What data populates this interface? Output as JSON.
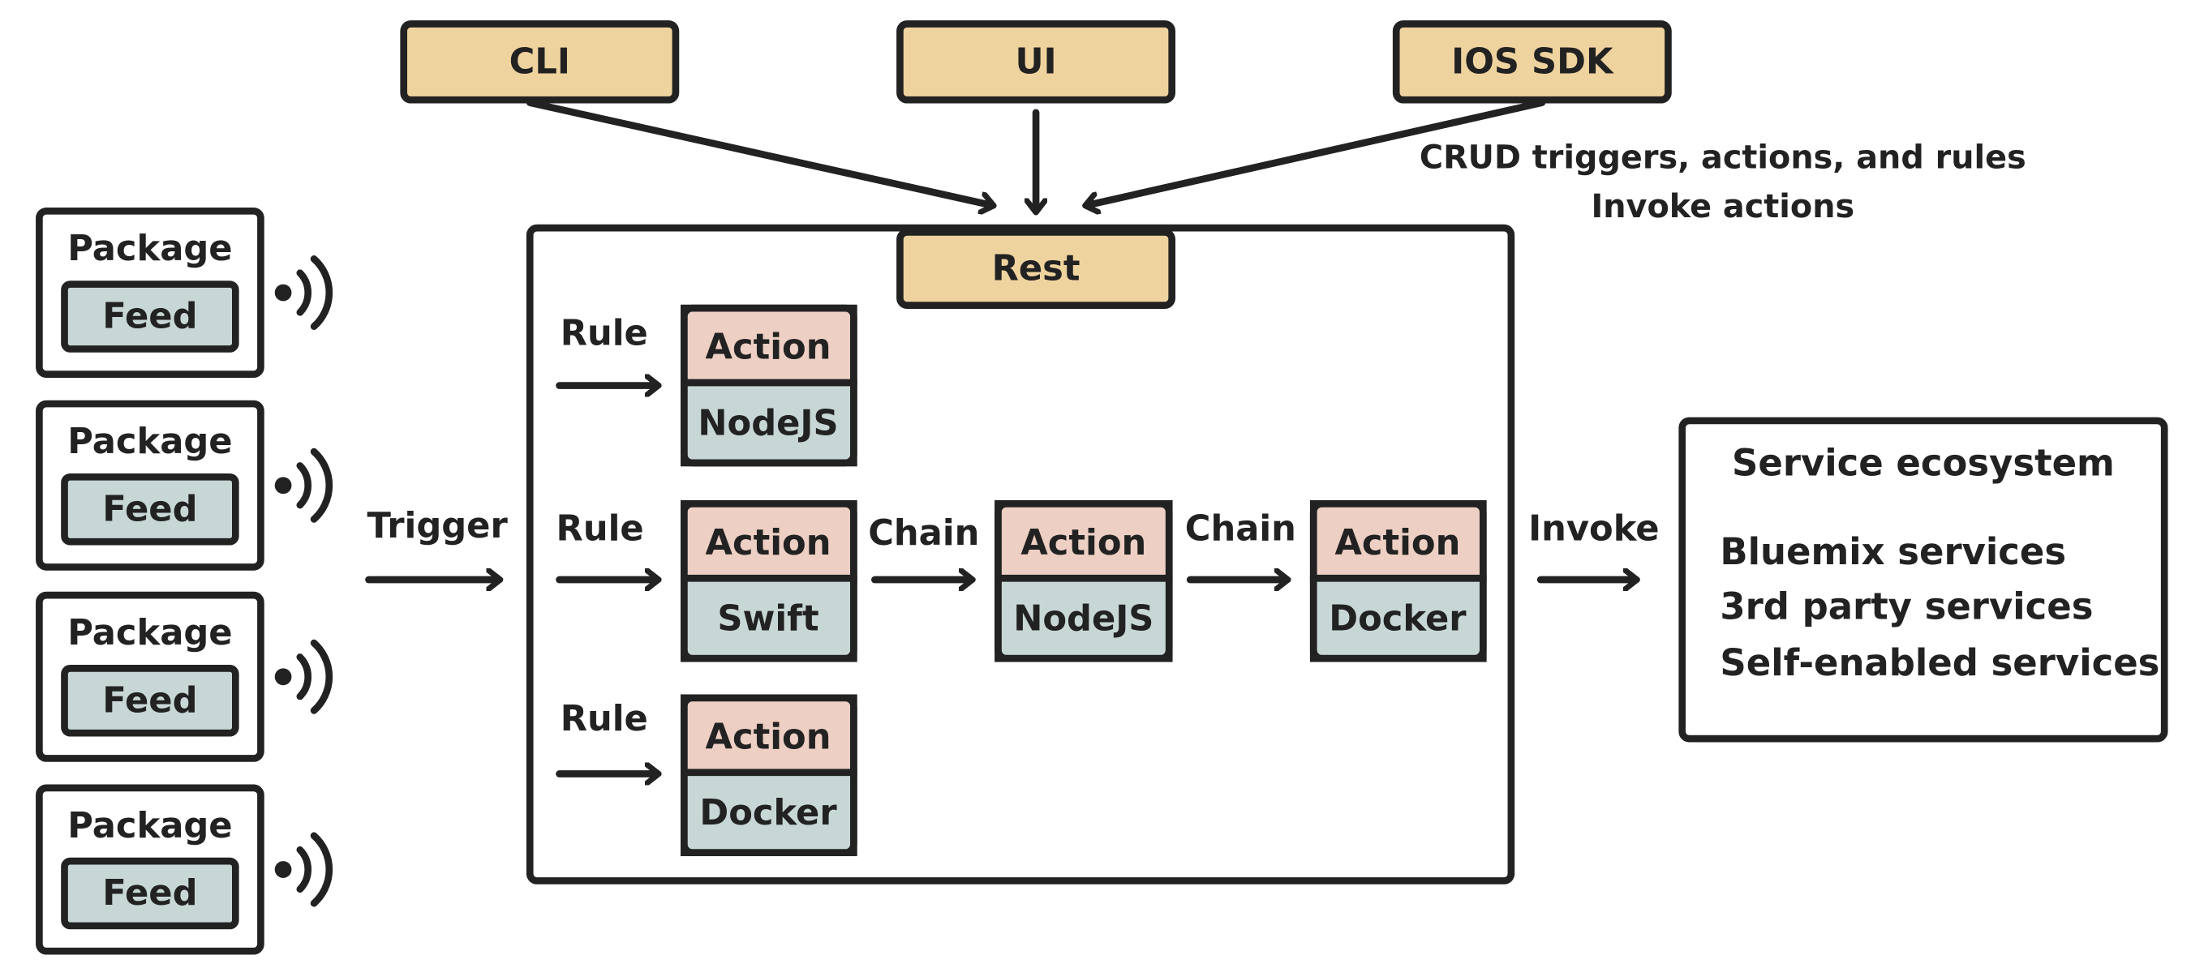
{
  "colors": {
    "stroke": "#222222",
    "client_fill": "#EFD39E",
    "action_fill": "#EDCFC3",
    "runtime_fill": "#C7D7D6",
    "background": "#FFFFFF"
  },
  "clients": [
    "CLI",
    "UI",
    "IOS SDK"
  ],
  "client_note": [
    "CRUD triggers, actions, and rules",
    "Invoke actions"
  ],
  "rest_label": "Rest",
  "packages": [
    {
      "package": "Package",
      "feed": "Feed",
      "icon": "broadcast-icon"
    },
    {
      "package": "Package",
      "feed": "Feed",
      "icon": "broadcast-icon"
    },
    {
      "package": "Package",
      "feed": "Feed",
      "icon": "broadcast-icon"
    },
    {
      "package": "Package",
      "feed": "Feed",
      "icon": "broadcast-icon"
    }
  ],
  "trigger_label": "Trigger",
  "rows": [
    {
      "rule": "Rule",
      "actions": [
        {
          "action": "Action",
          "runtime": "NodeJS"
        }
      ]
    },
    {
      "rule": "Rule",
      "actions": [
        {
          "action": "Action",
          "runtime": "Swift"
        },
        {
          "action": "Action",
          "runtime": "NodeJS"
        },
        {
          "action": "Action",
          "runtime": "Docker"
        }
      ],
      "chains": [
        "Chain",
        "Chain"
      ]
    },
    {
      "rule": "Rule",
      "actions": [
        {
          "action": "Action",
          "runtime": "Docker"
        }
      ]
    }
  ],
  "invoke_label": "Invoke",
  "ecosystem": {
    "title": "Service ecosystem",
    "items": [
      "Bluemix services",
      "3rd party services",
      "Self-enabled services"
    ]
  }
}
